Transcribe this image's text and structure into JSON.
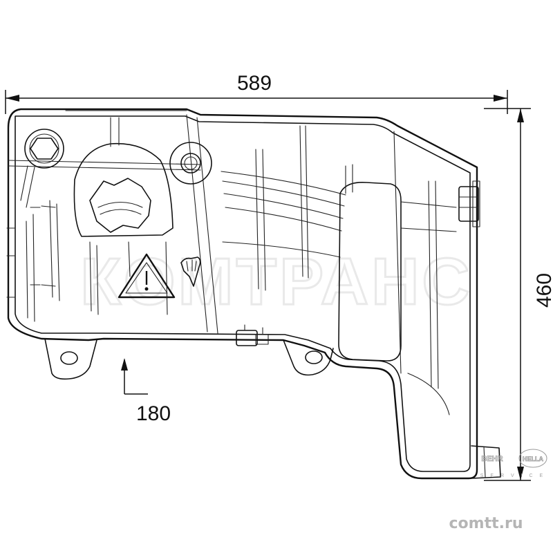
{
  "dimensions": {
    "width_label": "589",
    "height_label": "460",
    "depth_label": "180"
  },
  "watermark": {
    "text": "КОМТРАНС"
  },
  "site": {
    "domain": "comtt.ru"
  },
  "logos": {
    "behr": "BEHR",
    "hella": "HELLA",
    "sub": "S E R V I C E"
  }
}
